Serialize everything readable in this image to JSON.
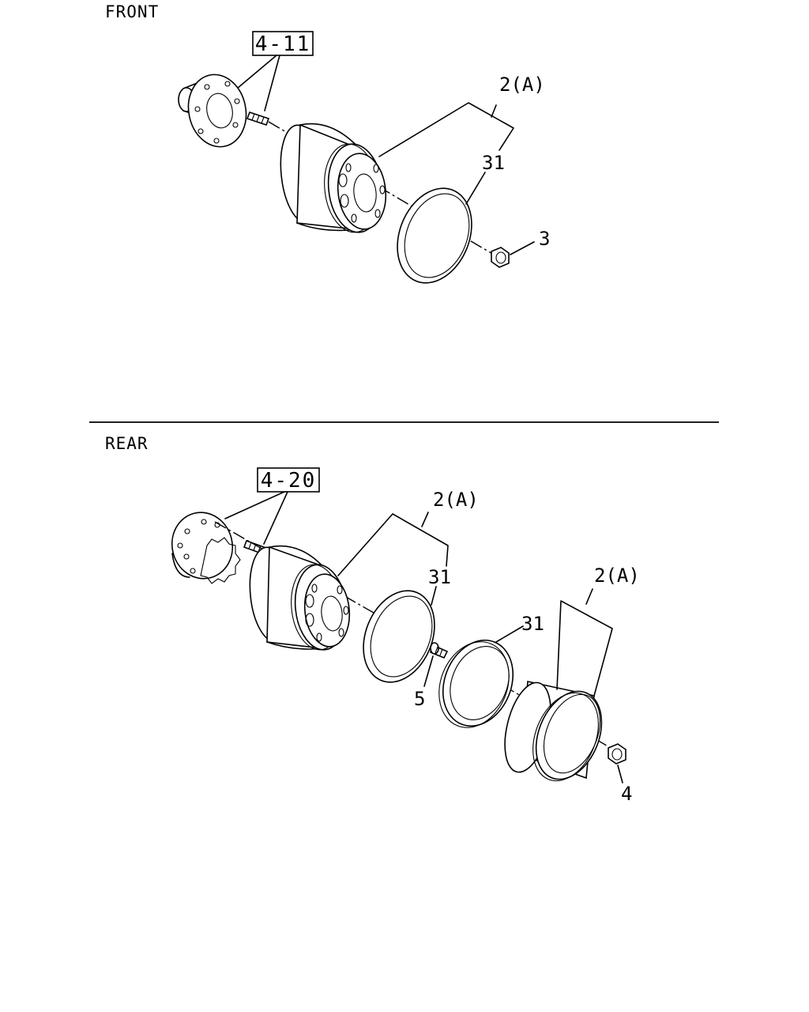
{
  "sections": {
    "front": {
      "title": "FRONT",
      "ref": "4-11",
      "callouts": {
        "wheel": "2(A)",
        "ring": "31",
        "nut": "3"
      }
    },
    "rear": {
      "title": "REAR",
      "ref": "4-20",
      "callouts": {
        "inner_wheel": "2(A)",
        "inner_ring": "31",
        "stud": "5",
        "outer_ring": "31",
        "outer_wheel": "2(A)",
        "nut": "4"
      }
    }
  }
}
